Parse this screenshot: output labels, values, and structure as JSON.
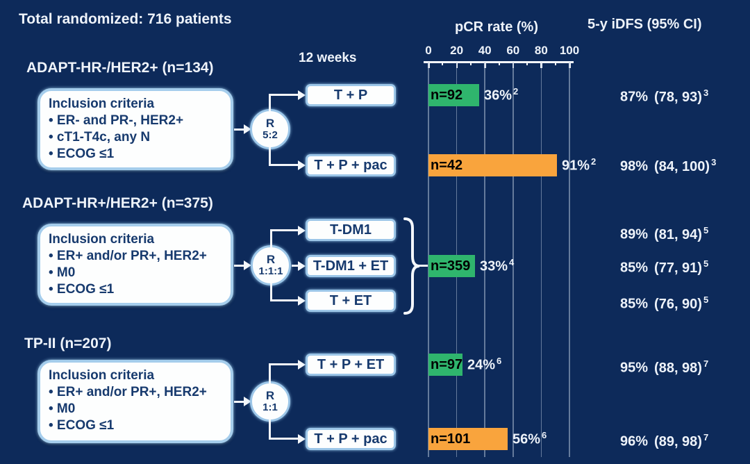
{
  "page": {
    "title": "Total randomized: 716 patients",
    "timepoint_label": "12 weeks",
    "pcr_header": "pCR rate (%)",
    "idfs_header": "5-y iDFS (95% CI)"
  },
  "colors": {
    "background": "#0d2a5a",
    "green": "#2fb56d",
    "orange": "#f9a43d",
    "grid": "#aebdd3",
    "text": "#eef3fa",
    "box_text": "#173a6e",
    "box_border": "#9cc6e8"
  },
  "axis": {
    "ticks": [
      0,
      20,
      40,
      60,
      80,
      100
    ]
  },
  "sections": [
    {
      "title": "ADAPT-HR-/HER2+ (n=134)",
      "inclusion": {
        "heading": "Inclusion criteria",
        "items": [
          "• ER- and PR-, HER2+",
          "• cT1-T4c, any N",
          "• ECOG ≤1"
        ]
      },
      "randomization": {
        "letter": "R",
        "ratio": "5:2"
      },
      "arms": [
        "T + P",
        "T + P + pac"
      ],
      "bars": [
        {
          "n": "n=92",
          "pct": 36,
          "pct_label": "36%",
          "sup": "2",
          "color": "#2fb56d"
        },
        {
          "n": "n=42",
          "pct": 91,
          "pct_label": "91%",
          "sup": "2",
          "color": "#f9a43d"
        }
      ],
      "outcomes": [
        {
          "value": "87%",
          "ci": "(78, 93)",
          "sup": "3"
        },
        {
          "value": "98%",
          "ci": "(84, 100)",
          "sup": "3"
        }
      ]
    },
    {
      "title": "ADAPT-HR+/HER2+ (n=375)",
      "inclusion": {
        "heading": "Inclusion criteria",
        "items": [
          "• ER+ and/or PR+, HER2+",
          "• M0",
          "• ECOG ≤1"
        ]
      },
      "randomization": {
        "letter": "R",
        "ratio": "1:1:1"
      },
      "arms": [
        "T-DM1",
        "T-DM1 + ET",
        "T + ET"
      ],
      "bars": [
        {
          "n": "n=359",
          "pct": 33,
          "pct_label": "33%",
          "sup": "4",
          "color": "#2fb56d"
        }
      ],
      "outcomes": [
        {
          "value": "89%",
          "ci": "(81, 94)",
          "sup": "5"
        },
        {
          "value": "85%",
          "ci": "(77, 91)",
          "sup": "5"
        },
        {
          "value": "85%",
          "ci": "(76, 90)",
          "sup": "5"
        }
      ]
    },
    {
      "title": "TP-II (n=207)",
      "inclusion": {
        "heading": "Inclusion criteria",
        "items": [
          "• ER+ and/or PR+, HER2+",
          "• M0",
          "• ECOG ≤1"
        ]
      },
      "randomization": {
        "letter": "R",
        "ratio": "1:1"
      },
      "arms": [
        "T + P + ET",
        "T + P + pac"
      ],
      "bars": [
        {
          "n": "n=97",
          "pct": 24,
          "pct_label": "24%",
          "sup": "6",
          "color": "#2fb56d"
        },
        {
          "n": "n=101",
          "pct": 56,
          "pct_label": "56%",
          "sup": "6",
          "color": "#f9a43d"
        }
      ],
      "outcomes": [
        {
          "value": "95%",
          "ci": "(88, 98)",
          "sup": "7"
        },
        {
          "value": "96%",
          "ci": "(89, 98)",
          "sup": "7"
        }
      ]
    }
  ],
  "chart_data": {
    "type": "bar",
    "orientation": "horizontal",
    "title": "pCR rate (%)",
    "xlabel": "pCR rate (%)",
    "xlim": [
      0,
      100
    ],
    "x_ticks": [
      0,
      20,
      40,
      60,
      80,
      100
    ],
    "grid": true,
    "bars": [
      {
        "trial": "ADAPT-HR-/HER2+ (n=134)",
        "arm": "T + P",
        "n": 92,
        "pcr_pct": 36,
        "color": "#2fb56d",
        "idfs_5y": "87% (78, 93)"
      },
      {
        "trial": "ADAPT-HR-/HER2+ (n=134)",
        "arm": "T + P + pac",
        "n": 42,
        "pcr_pct": 91,
        "color": "#f9a43d",
        "idfs_5y": "98% (84, 100)"
      },
      {
        "trial": "ADAPT-HR+/HER2+ (n=375)",
        "arm": "T-DM1 / T-DM1 + ET / T + ET (pooled)",
        "n": 359,
        "pcr_pct": 33,
        "color": "#2fb56d",
        "idfs_5y": [
          "89% (81, 94)",
          "85% (77, 91)",
          "85% (76, 90)"
        ]
      },
      {
        "trial": "TP-II (n=207)",
        "arm": "T + P + ET",
        "n": 97,
        "pcr_pct": 24,
        "color": "#2fb56d",
        "idfs_5y": "95% (88, 98)"
      },
      {
        "trial": "TP-II (n=207)",
        "arm": "T + P + pac",
        "n": 101,
        "pcr_pct": 56,
        "color": "#f9a43d",
        "idfs_5y": "96% (89, 98)"
      }
    ]
  }
}
